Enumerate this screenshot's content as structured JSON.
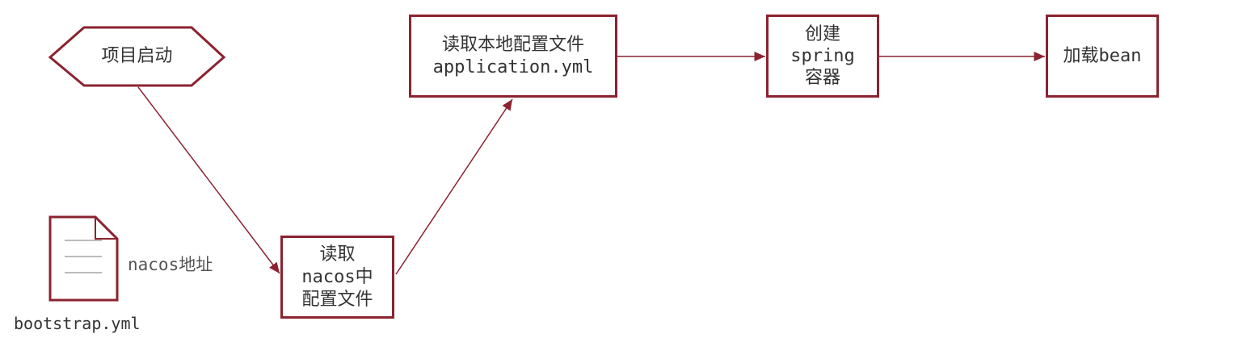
{
  "diagram": {
    "start_label": "项目启动",
    "read_nacos_label": "读取\nnacos中\n配置文件",
    "read_local_label": "读取本地配置文件\napplication.yml",
    "create_spring_label": "创建\nspring\n容器",
    "load_bean_label": "加载bean",
    "nacos_address_label": "nacos地址",
    "bootstrap_file_label": "bootstrap.yml"
  },
  "colors": {
    "node_border": "#8b2330",
    "arrow": "#8b2330",
    "text": "#333333"
  }
}
